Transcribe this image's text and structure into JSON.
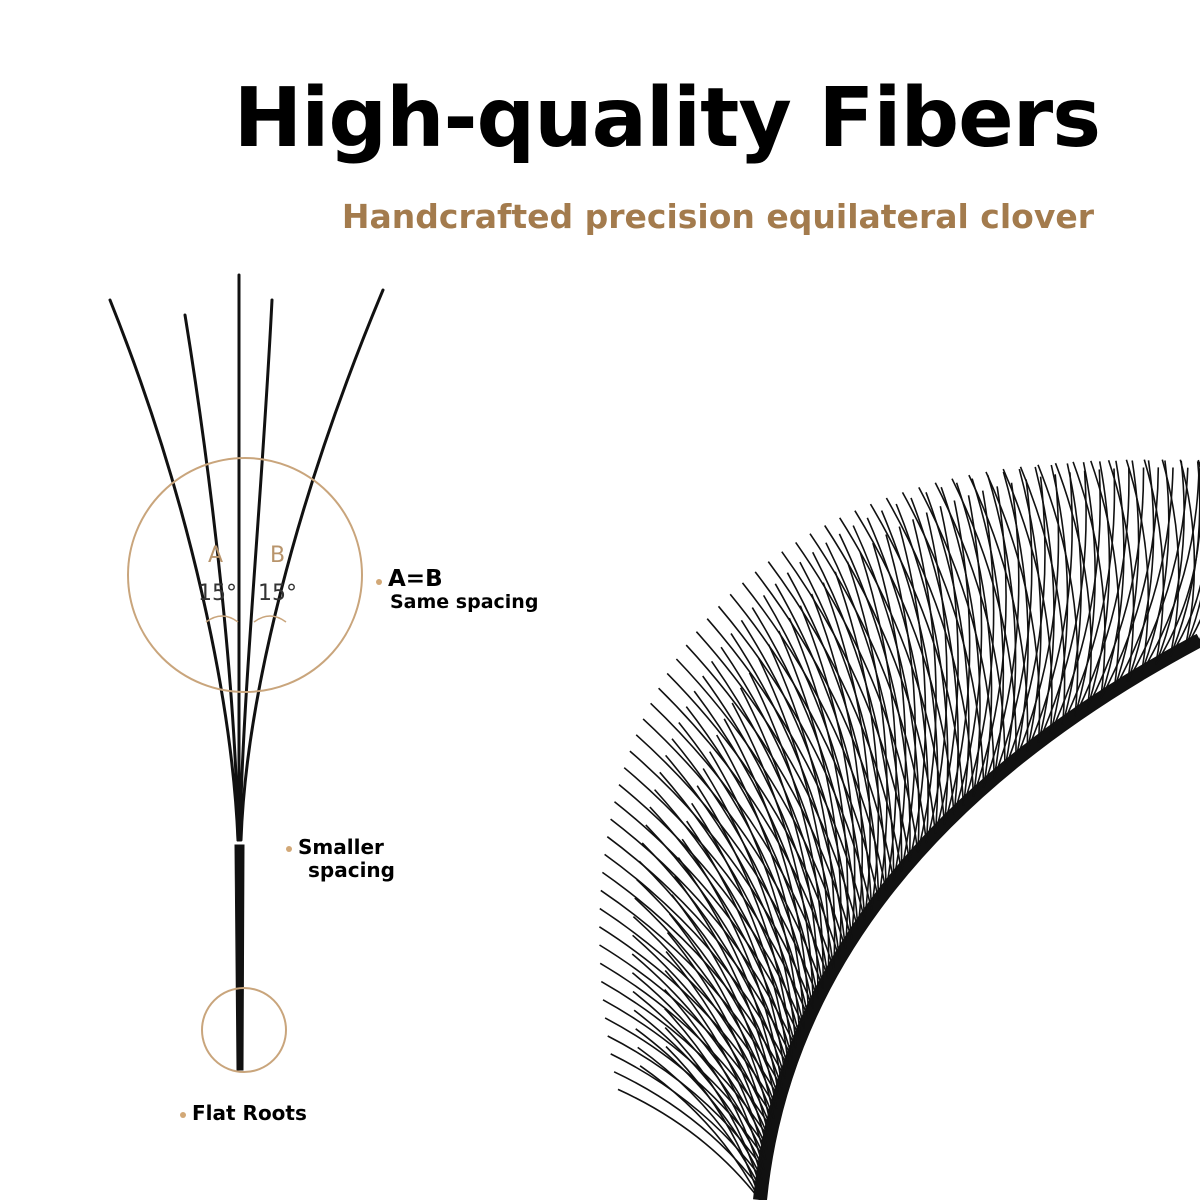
{
  "header": {
    "title": "High-quality Fibers",
    "subtitle": "Handcrafted precision equilateral clover"
  },
  "diagram": {
    "label_a": "A",
    "label_b": "B",
    "angle_a": "15°",
    "angle_b": "15°"
  },
  "callouts": {
    "equal": {
      "main": "A=B",
      "detail": "Same spacing"
    },
    "smaller": {
      "line1": "Smaller",
      "line2": "spacing"
    },
    "roots": {
      "text": "Flat Roots"
    }
  },
  "colors": {
    "accent_gold": "#a37b4d",
    "circle_stroke": "#c9a57c",
    "fiber": "#111111"
  }
}
